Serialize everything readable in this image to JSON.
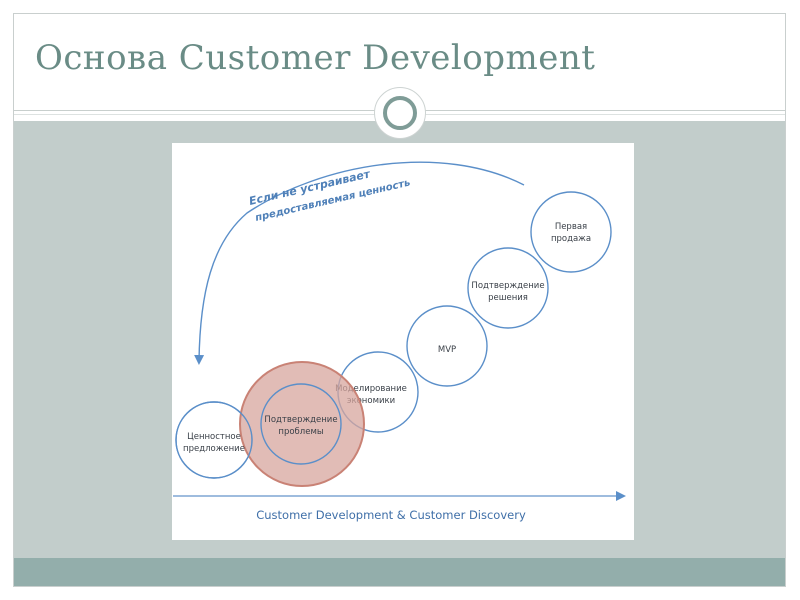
{
  "slide": {
    "title": "Основа Customer Development"
  },
  "diagram": {
    "loop_label_line1": "Если не устраивает",
    "loop_label_line2": "предоставляемая ценность",
    "axis_label": "Customer Development & Customer Discovery",
    "stages": [
      {
        "line1": "Ценностное",
        "line2": "предложение"
      },
      {
        "line1": "Подтверждение",
        "line2": "проблемы"
      },
      {
        "line1": "Моделирование",
        "line2": "экономики"
      },
      {
        "line1": "MVP",
        "line2": ""
      },
      {
        "line1": "Подтверждение",
        "line2": "решения"
      },
      {
        "line1": "Первая",
        "line2": "продажа"
      }
    ]
  },
  "colors": {
    "title": "#6a8c86",
    "circle_stroke": "#5b8fc9",
    "highlight_fill": "#d7a59e",
    "highlight_stroke": "#c98275",
    "band": "#c2cdcb",
    "footer": "#93aeab"
  }
}
